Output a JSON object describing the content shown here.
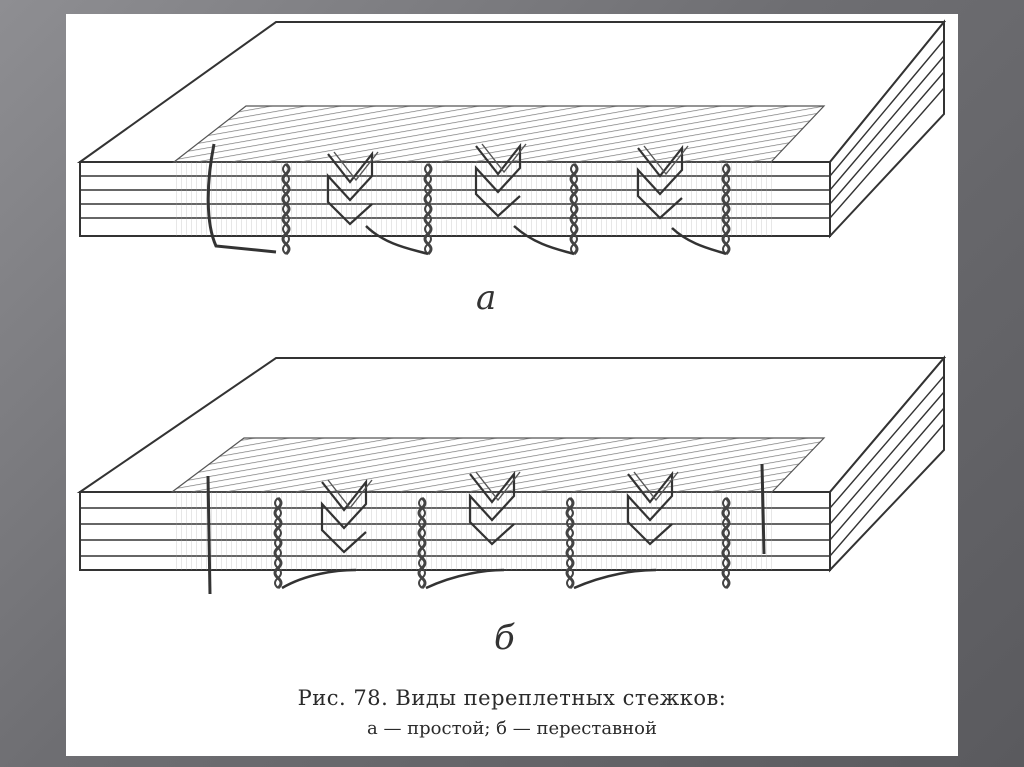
{
  "figure": {
    "label_a": "а",
    "label_b": "б",
    "caption_line1": "Рис. 78. Виды переплетных стежков:",
    "caption_line2": "а — простой; б — переставной"
  }
}
